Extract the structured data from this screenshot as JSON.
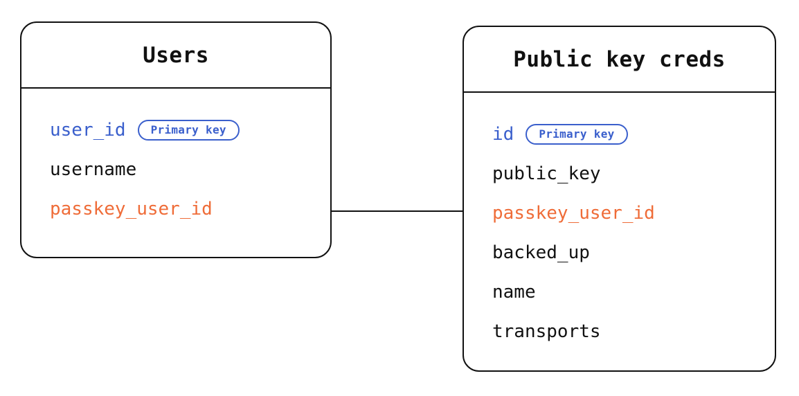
{
  "diagram": {
    "type": "entity-relationship-diagram",
    "background_color": "#ffffff",
    "colors": {
      "border": "#111111",
      "text": "#111111",
      "primary_key": "#3a5fcc",
      "foreign_key": "#ef6c38",
      "badge_border": "#3a5fcc"
    }
  },
  "entities": [
    {
      "id": "users",
      "title": "Users",
      "fields": [
        {
          "name": "user_id",
          "role": "key",
          "badge": "Primary key"
        },
        {
          "name": "username",
          "role": "plain",
          "badge": null
        },
        {
          "name": "passkey_user_id",
          "role": "fk",
          "badge": null
        }
      ]
    },
    {
      "id": "public_key_creds",
      "title": "Public key creds",
      "fields": [
        {
          "name": "id",
          "role": "key",
          "badge": "Primary key"
        },
        {
          "name": "public_key",
          "role": "plain",
          "badge": null
        },
        {
          "name": "passkey_user_id",
          "role": "fk",
          "badge": null
        },
        {
          "name": "backed_up",
          "role": "plain",
          "badge": null
        },
        {
          "name": "name",
          "role": "plain",
          "badge": null
        },
        {
          "name": "transports",
          "role": "plain",
          "badge": null
        }
      ]
    }
  ],
  "relationships": [
    {
      "from_entity": "users",
      "from_field": "passkey_user_id",
      "to_entity": "public_key_creds",
      "to_field": "passkey_user_id",
      "style": "solid-line"
    }
  ]
}
